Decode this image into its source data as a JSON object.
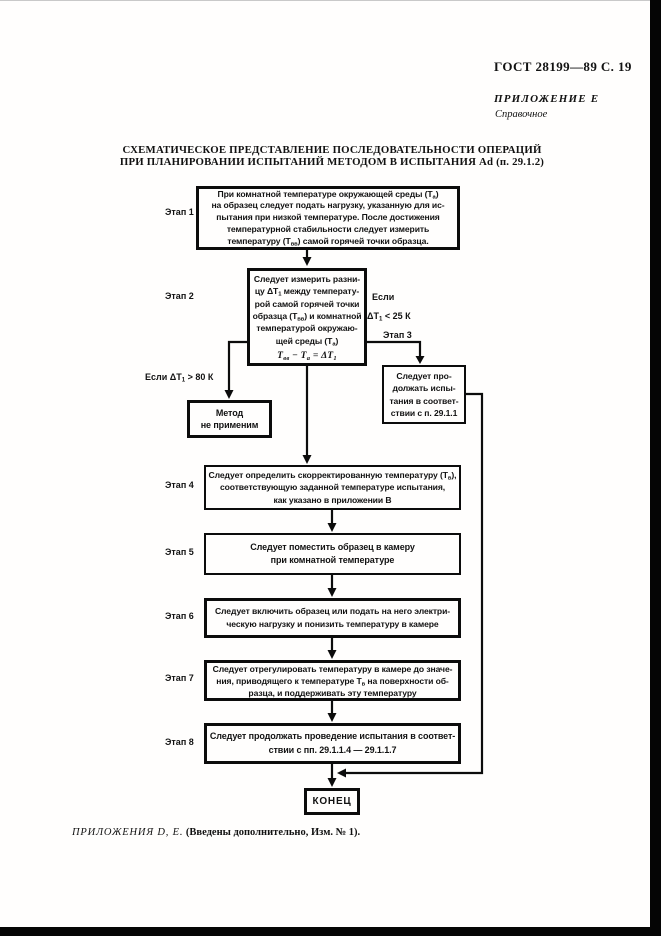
{
  "header": {
    "gost": "ГОСТ 28199—89 С. 19",
    "annex": "ПРИЛОЖЕНИЕ Е",
    "annex_type": "Справочное"
  },
  "title": "СХЕМАТИЧЕСКОЕ ПРЕДСТАВЛЕНИЕ ПОСЛЕДОВАТЕЛЬНОСТИ ОПЕРАЦИЙ\nПРИ ПЛАНИРОВАНИИ ИСПЫТАНИЙ МЕТОДОМ В ИСПЫТАНИЯ Ad (п. 29.1.2)",
  "flowchart": {
    "stages": [
      "Этап 1",
      "Этап 2",
      "Этап 3",
      "Этап 4",
      "Этап 5",
      "Этап 6",
      "Этап 7",
      "Этап 8"
    ],
    "box1": {
      "text": "При комнатной температуре окружающей среды (Т_{а})\nна образец следует подать нагрузку, указанную для ис-\nпытания при низкой температуре. После достижения\nтемпературной стабильности следует измерить\nтемпературу (Т_{вв}) самой горячей точки образца."
    },
    "box2": {
      "text": "Следует измерить разни-\nцу ΔТ_{1} между температу-\nрой самой горячей точки\nобразца (Т_{вв}) и комнатной\nтемпературой окружаю-\nщей среды (Т_{а})",
      "formula": "Т_{вв} − Т_{а} = ΔТ_{1}"
    },
    "box3": {
      "text": "Следует про-\nдолжать испы-\nтания в соответ-\nствии с п. 29.1.1"
    },
    "method_box": {
      "text": "Метод\nне применим"
    },
    "box4": {
      "text": "Следует определить скорректированную температуру (Т_{в}),\nсоответствующую заданной температуре испытания,\nкак указано в приложении В"
    },
    "box5": {
      "text": "Следует поместить образец в камеру\nпри комнатной температуре"
    },
    "box6": {
      "text": "Следует включить образец или подать на него электри-\nческую нагрузку и понизить температуру в камере"
    },
    "box7": {
      "text": "Следует отрегулировать температуру в камере до значе-\nния, приводящего к температуре Т_{в} на поверхности об-\nразца, и поддерживать эту температуру"
    },
    "box8": {
      "text": "Следует продолжать проведение испытания в соответ-\nствии с пп. 29.1.1.4 — 29.1.1.7"
    },
    "end_label": "КОНЕЦ",
    "conditions": {
      "left": "Если ΔТ_{1} > 80 К",
      "right_line1": "Если",
      "right_line2": "ΔТ_{1} < 25 К"
    }
  },
  "footnote": {
    "italic_part": "ПРИЛОЖЕНИЯ D, Е.",
    "bold_part": " (Введены дополнительно, Изм. № 1)."
  },
  "colors": {
    "ink": "#121212",
    "paper": "#fffefd",
    "scan_edge": "#050505"
  }
}
